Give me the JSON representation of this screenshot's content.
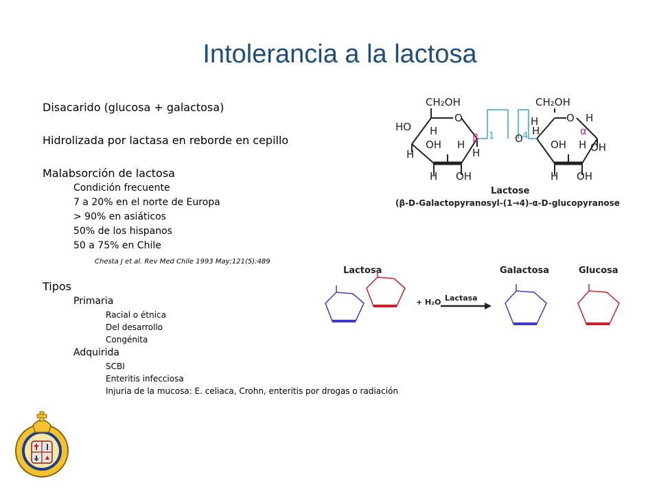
{
  "title": "Intolerancia a la lactosa",
  "items": {
    "disacarido": "Disacarido (glucosa + galactosa)",
    "hidrolizada": "Hidrolizada por lactasa en reborde en cepillo",
    "malabsorcion": "Malabsorción de lactosa",
    "malabsorcion_sub": [
      "Condición  frecuente",
      "7 a 20% en el  norte de Europa",
      "> 90% en asiáticos",
      "50% de los hispanos",
      "50 a 75% en Chile"
    ],
    "citation": "Chesta J et al. Rev Med Chile 1993 May;121(5):489",
    "tipos": "Tipos",
    "primaria": "Primaria",
    "primaria_sub": [
      "Racial o étnica",
      "Del desarrollo",
      "Congénita"
    ],
    "adquirida": "Adquirida",
    "adquirida_sub": [
      "SCBI",
      "Enteritis infecciosa",
      "Injuria de la mucosa: E. celiaca, Crohn, enteritis por drogas o radiación"
    ]
  },
  "structure": {
    "labels": {
      "ch2oh": "CH₂OH",
      "o": "O",
      "ho": "HO",
      "h": "H",
      "oh": "OH",
      "beta": "β",
      "one": "1",
      "four": "4",
      "alpha": "α"
    },
    "name": "Lactose",
    "iupac": "(β-D-Galactopyranosyl-(1→4)-α-D-glucopyranose"
  },
  "reaction": {
    "lactosa": "Lactosa",
    "galactosa": "Galactosa",
    "glucosa": "Glucosa",
    "plus": "+ H₂O",
    "enzyme": "Lactasa"
  },
  "colors": {
    "title": "#1f4e79",
    "blue": "#3b3bc8",
    "red": "#cc1f2b",
    "beta": "#c0307e",
    "link": "#35a6c8"
  }
}
